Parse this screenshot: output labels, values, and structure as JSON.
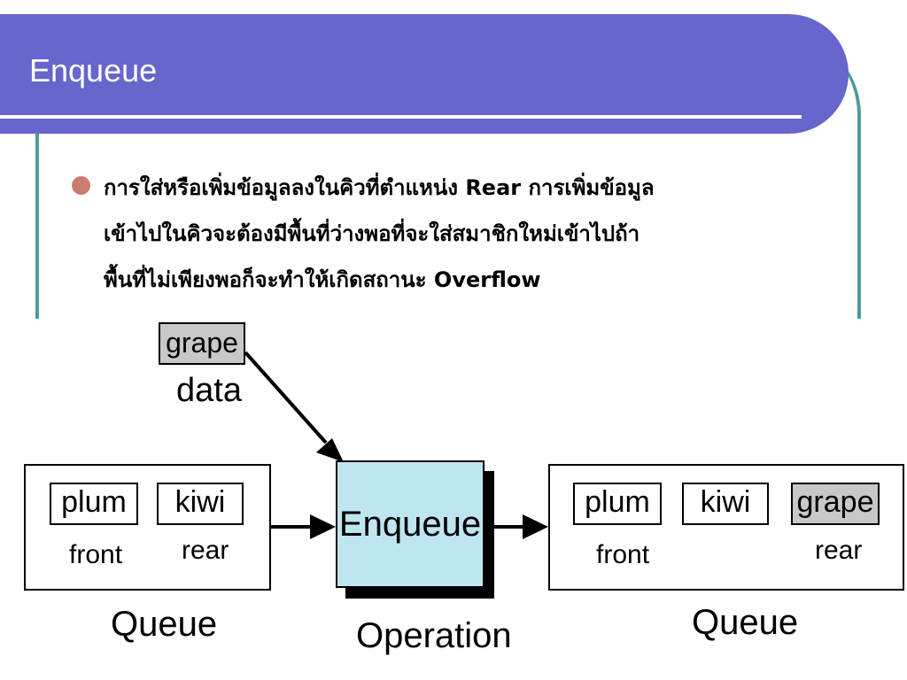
{
  "slide": {
    "title": "Enqueue",
    "bullet": "การใส่หรือเพิ่มข้อมูลลงในคิวที่ตำแหน่ง Rear การเพิ่มข้อมูลเข้าไปในคิวจะต้องมีพื้นที่ว่างพอที่จะใส่สมาชิกใหม่เข้าไปถ้าพื้นที่ไม่เพียงพอก็จะทำให้เกิดสถานะ Overflow",
    "bullet_lines": [
      "การใส่หรือเพิ่มข้อมูลลงในคิวที่ตำแหน่ง Rear การเพิ่มข้อมูล",
      "เข้าไปในคิวจะต้องมีพื้นที่ว่างพอที่จะใส่สมาชิกใหม่เข้าไปถ้า",
      "พื้นที่ไม่เพียงพอก็จะทำให้เกิดสถานะ Overflow"
    ],
    "colors": {
      "title_bar": "#6666cc",
      "frame": "#4f9a9a",
      "bullet": "#cc7b70",
      "operation_fill": "#bfe6f0",
      "new_item_fill": "#c8c8c8"
    }
  },
  "diagram": {
    "data_item": "grape",
    "data_label": "data",
    "input_queue": {
      "items": [
        "plum",
        "kiwi"
      ],
      "front_label": "front",
      "rear_label": "rear",
      "caption": "Queue"
    },
    "operation": {
      "name": "Enqueue",
      "caption": "Operation"
    },
    "output_queue": {
      "items": [
        "plum",
        "kiwi",
        "grape"
      ],
      "front_label": "front",
      "rear_label": "rear",
      "caption": "Queue"
    }
  }
}
